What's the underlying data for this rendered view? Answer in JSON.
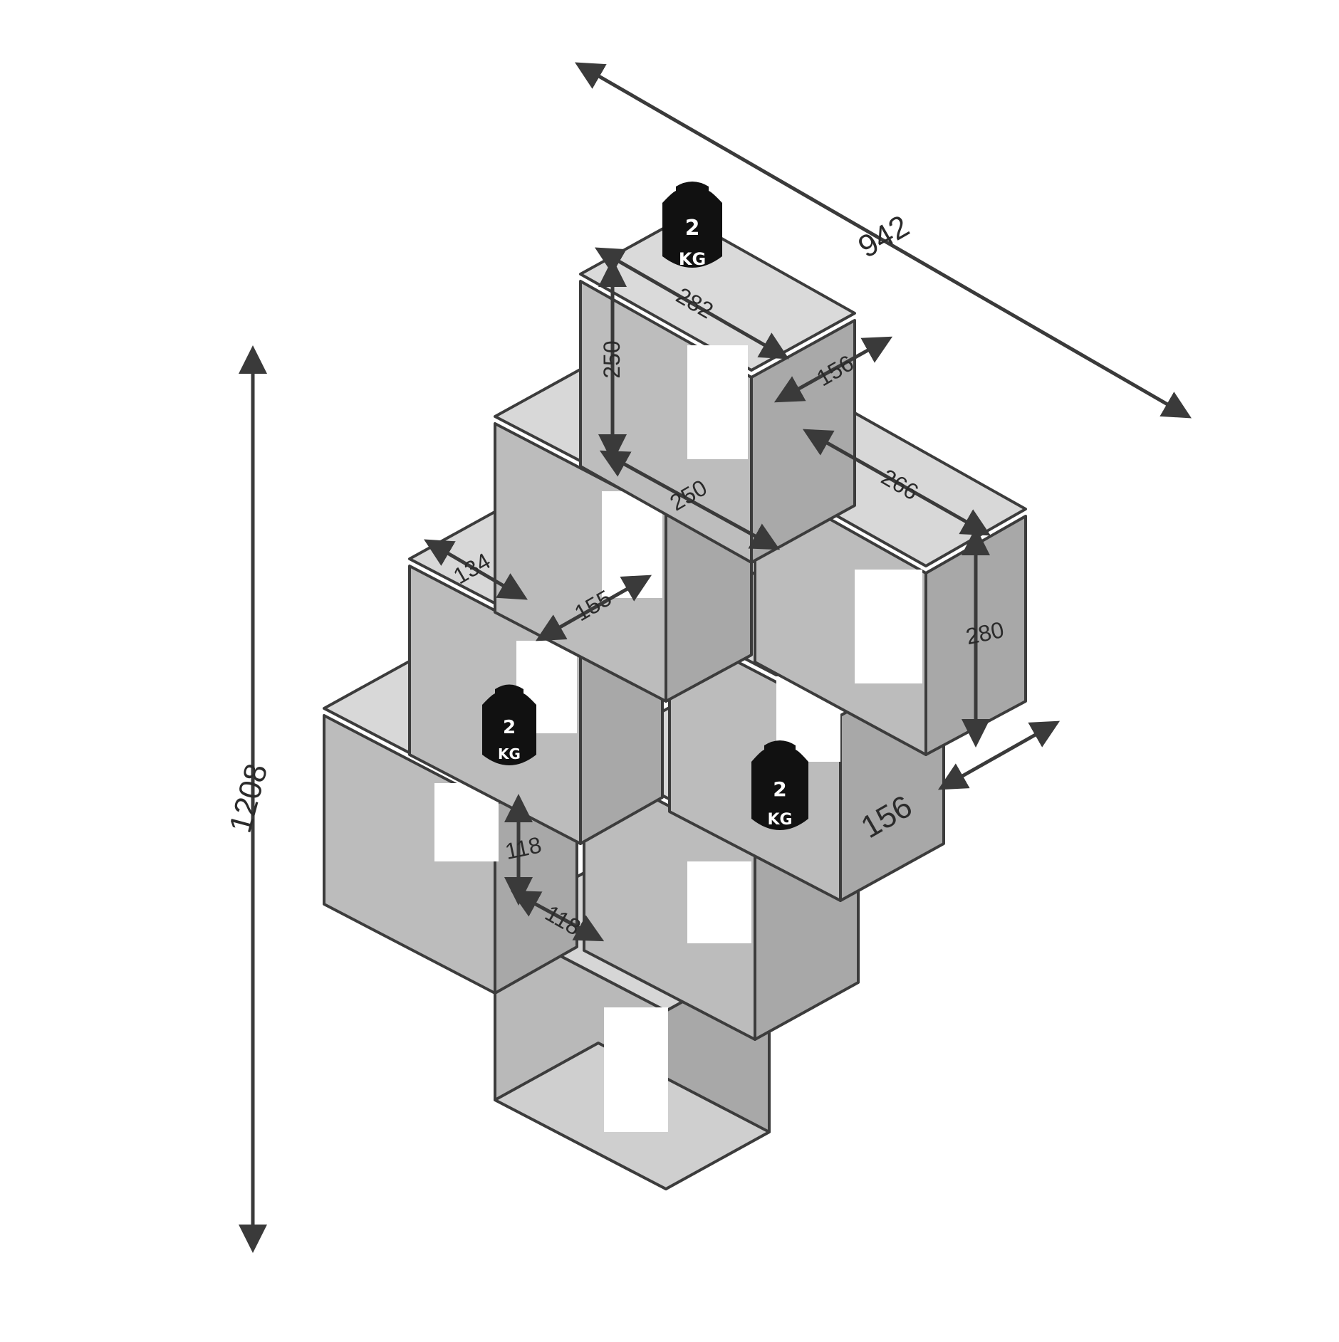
{
  "colors": {
    "arrow": "#3a3a3a",
    "panel_top": "#d8d8d8",
    "panel_inner": "#bdbdbd",
    "panel_side": "#a9a9a9",
    "edge": "#3c3c3c",
    "weight_fill": "#111111"
  },
  "dimensions": {
    "overall_width": "942",
    "overall_height": "1208",
    "top_cube_width": "282",
    "top_cube_height": "250",
    "top_cube_depth": "156",
    "middle_width": "250",
    "right_shelf_width": "266",
    "right_shelf_height": "280",
    "right_shelf_depth": "156",
    "left_depth": "134",
    "left_inner": "155",
    "small_height": "118",
    "small_width": "118"
  },
  "weights": [
    {
      "amount": "2",
      "unit": "KG"
    },
    {
      "amount": "2",
      "unit": "KG"
    },
    {
      "amount": "2",
      "unit": "KG"
    }
  ]
}
